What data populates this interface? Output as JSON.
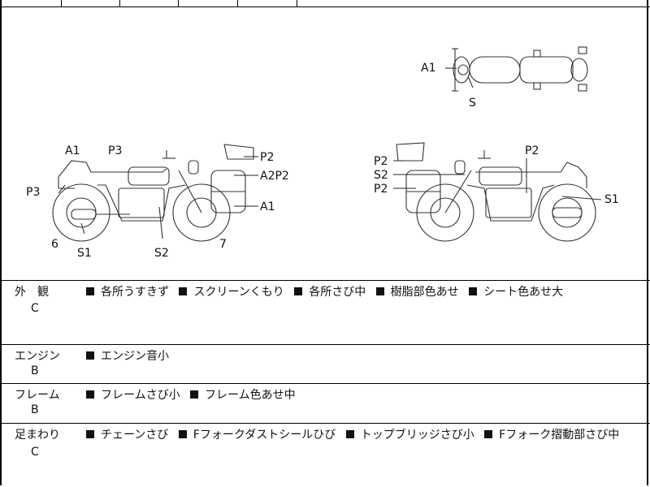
{
  "diagram": {
    "top_view_labels": [
      "A1",
      "S"
    ],
    "left_view_labels": [
      "A1",
      "P3",
      "P3",
      "6",
      "S1",
      "S2",
      "7",
      "P2",
      "A2P2",
      "A1"
    ],
    "right_view_labels": [
      "P2",
      "S2",
      "P2",
      "P2",
      "S1"
    ]
  },
  "sections": [
    {
      "category": "外　観",
      "grade": "C",
      "items": [
        "各所うすきず",
        "スクリーンくもり",
        "各所さび中",
        "樹脂部色あせ",
        "シート色あせ大"
      ]
    },
    {
      "category": "エンジン",
      "grade": "B",
      "items": [
        "エンジン音小"
      ]
    },
    {
      "category": "フレーム",
      "grade": "B",
      "items": [
        "フレームさび小",
        "フレーム色あせ中"
      ]
    },
    {
      "category": "足まわり",
      "grade": "C",
      "items": [
        "チェーンさび",
        "Fフォークダストシールひび",
        "トップブリッジさび小",
        "Fフォーク摺動部さび中"
      ]
    }
  ]
}
